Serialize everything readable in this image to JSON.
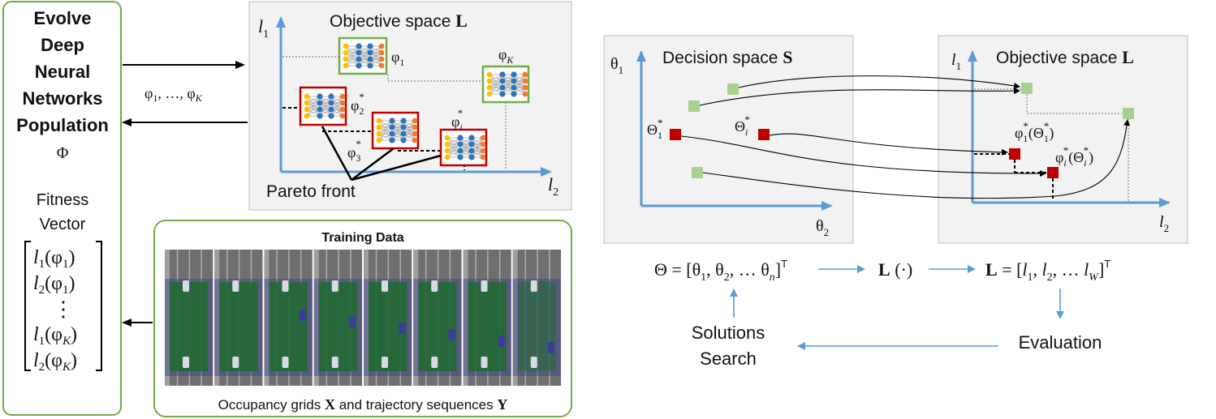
{
  "population": {
    "title_lines": [
      "Evolve",
      "Deep",
      "Neural",
      "Networks",
      "Population"
    ],
    "symbol": "Φ",
    "fitness_lines": [
      "Fitness",
      "Vector"
    ],
    "vector_entries": [
      {
        "base": "l",
        "sub": "1",
        "arg": "φ",
        "argsub": "1"
      },
      {
        "base": "l",
        "sub": "2",
        "arg": "φ",
        "argsub": "1"
      },
      {
        "base": "l",
        "sub": "1",
        "arg": "φ",
        "argsub": "K"
      },
      {
        "base": "l",
        "sub": "2",
        "arg": "φ",
        "argsub": "K"
      }
    ],
    "vdots": "⋮"
  },
  "arrows_left": {
    "candidates_label": "φ",
    "candidates_sub1": "1",
    "candidates_mid": ", …, φ",
    "candidates_subK": "K"
  },
  "pareto_panel": {
    "axis_y": "l",
    "axis_y_sub": "1",
    "axis_x": "l",
    "axis_x_sub": "2",
    "title": "Objective space ",
    "title_bold": "L",
    "pareto_label": "Pareto front",
    "nets": [
      {
        "label": "φ",
        "sub": "1",
        "sup": "",
        "frame": "green"
      },
      {
        "label": "φ",
        "sub": "K",
        "sup": "",
        "frame": "green"
      },
      {
        "label": "φ",
        "sub": "2",
        "sup": "*",
        "frame": "red"
      },
      {
        "label": "φ",
        "sub": "3",
        "sup": "*",
        "frame": "red"
      },
      {
        "label": "φ",
        "sub": "i",
        "sup": "*",
        "frame": "red"
      }
    ]
  },
  "training_data": {
    "title": "Training Data",
    "caption_a": "Occupancy grids ",
    "caption_X": "X",
    "caption_b": " and trajectory sequences ",
    "caption_Y": "Y",
    "frames": 8
  },
  "decision_panel": {
    "axis_y": "θ",
    "axis_y_sub": "1",
    "axis_x": "θ",
    "axis_x_sub": "2",
    "title": "Decision space ",
    "title_bold": "S",
    "theta1_label": "Θ",
    "theta1_sub": "1",
    "theta1_sup": "*",
    "thetai_label": "Θ",
    "thetai_sub": "i",
    "thetai_sup": "*"
  },
  "objective_panel": {
    "axis_y": "l",
    "axis_y_sub": "1",
    "axis_x": "l",
    "axis_x_sub": "2",
    "title": "Objective space ",
    "title_bold": "L",
    "p1_label": "φ",
    "p1_sub": "1",
    "p1_sup": "*",
    "p1_arg": "Θ",
    "p1_argsub": "1",
    "p1_argsup": "*",
    "pi_label": "φ",
    "pi_sub": "i",
    "pi_sup": "*",
    "pi_arg": "Θ",
    "pi_argsub": "i",
    "pi_argsup": "*"
  },
  "flow": {
    "theta_eq": "Θ = [θ",
    "theta_parts": [
      "1",
      ", θ",
      "2",
      ", … θ",
      "n",
      "]"
    ],
    "transpose": "T",
    "loss_fn": "L",
    "loss_fn_arg": " (·)",
    "loss_vec": "L",
    "loss_vec_eq": " = [",
    "loss_parts": [
      "l",
      "1",
      ", ",
      "l",
      "2",
      ", … ",
      "l",
      "W",
      "]"
    ],
    "search_lines": [
      "Solutions",
      "Search"
    ],
    "evaluation": "Evaluation"
  },
  "colors": {
    "axis": "#5b9bd5",
    "panel_bg": "#f2f2f2",
    "panel_border": "#bfbfbf",
    "green_frame": "#70ad47",
    "green_point": "#a9d18e",
    "red": "#c00000",
    "node_blue": "#2e75b6",
    "node_orange": "#ed7d31",
    "node_yellow": "#ffc000",
    "road_green": "#1f6b2e"
  }
}
